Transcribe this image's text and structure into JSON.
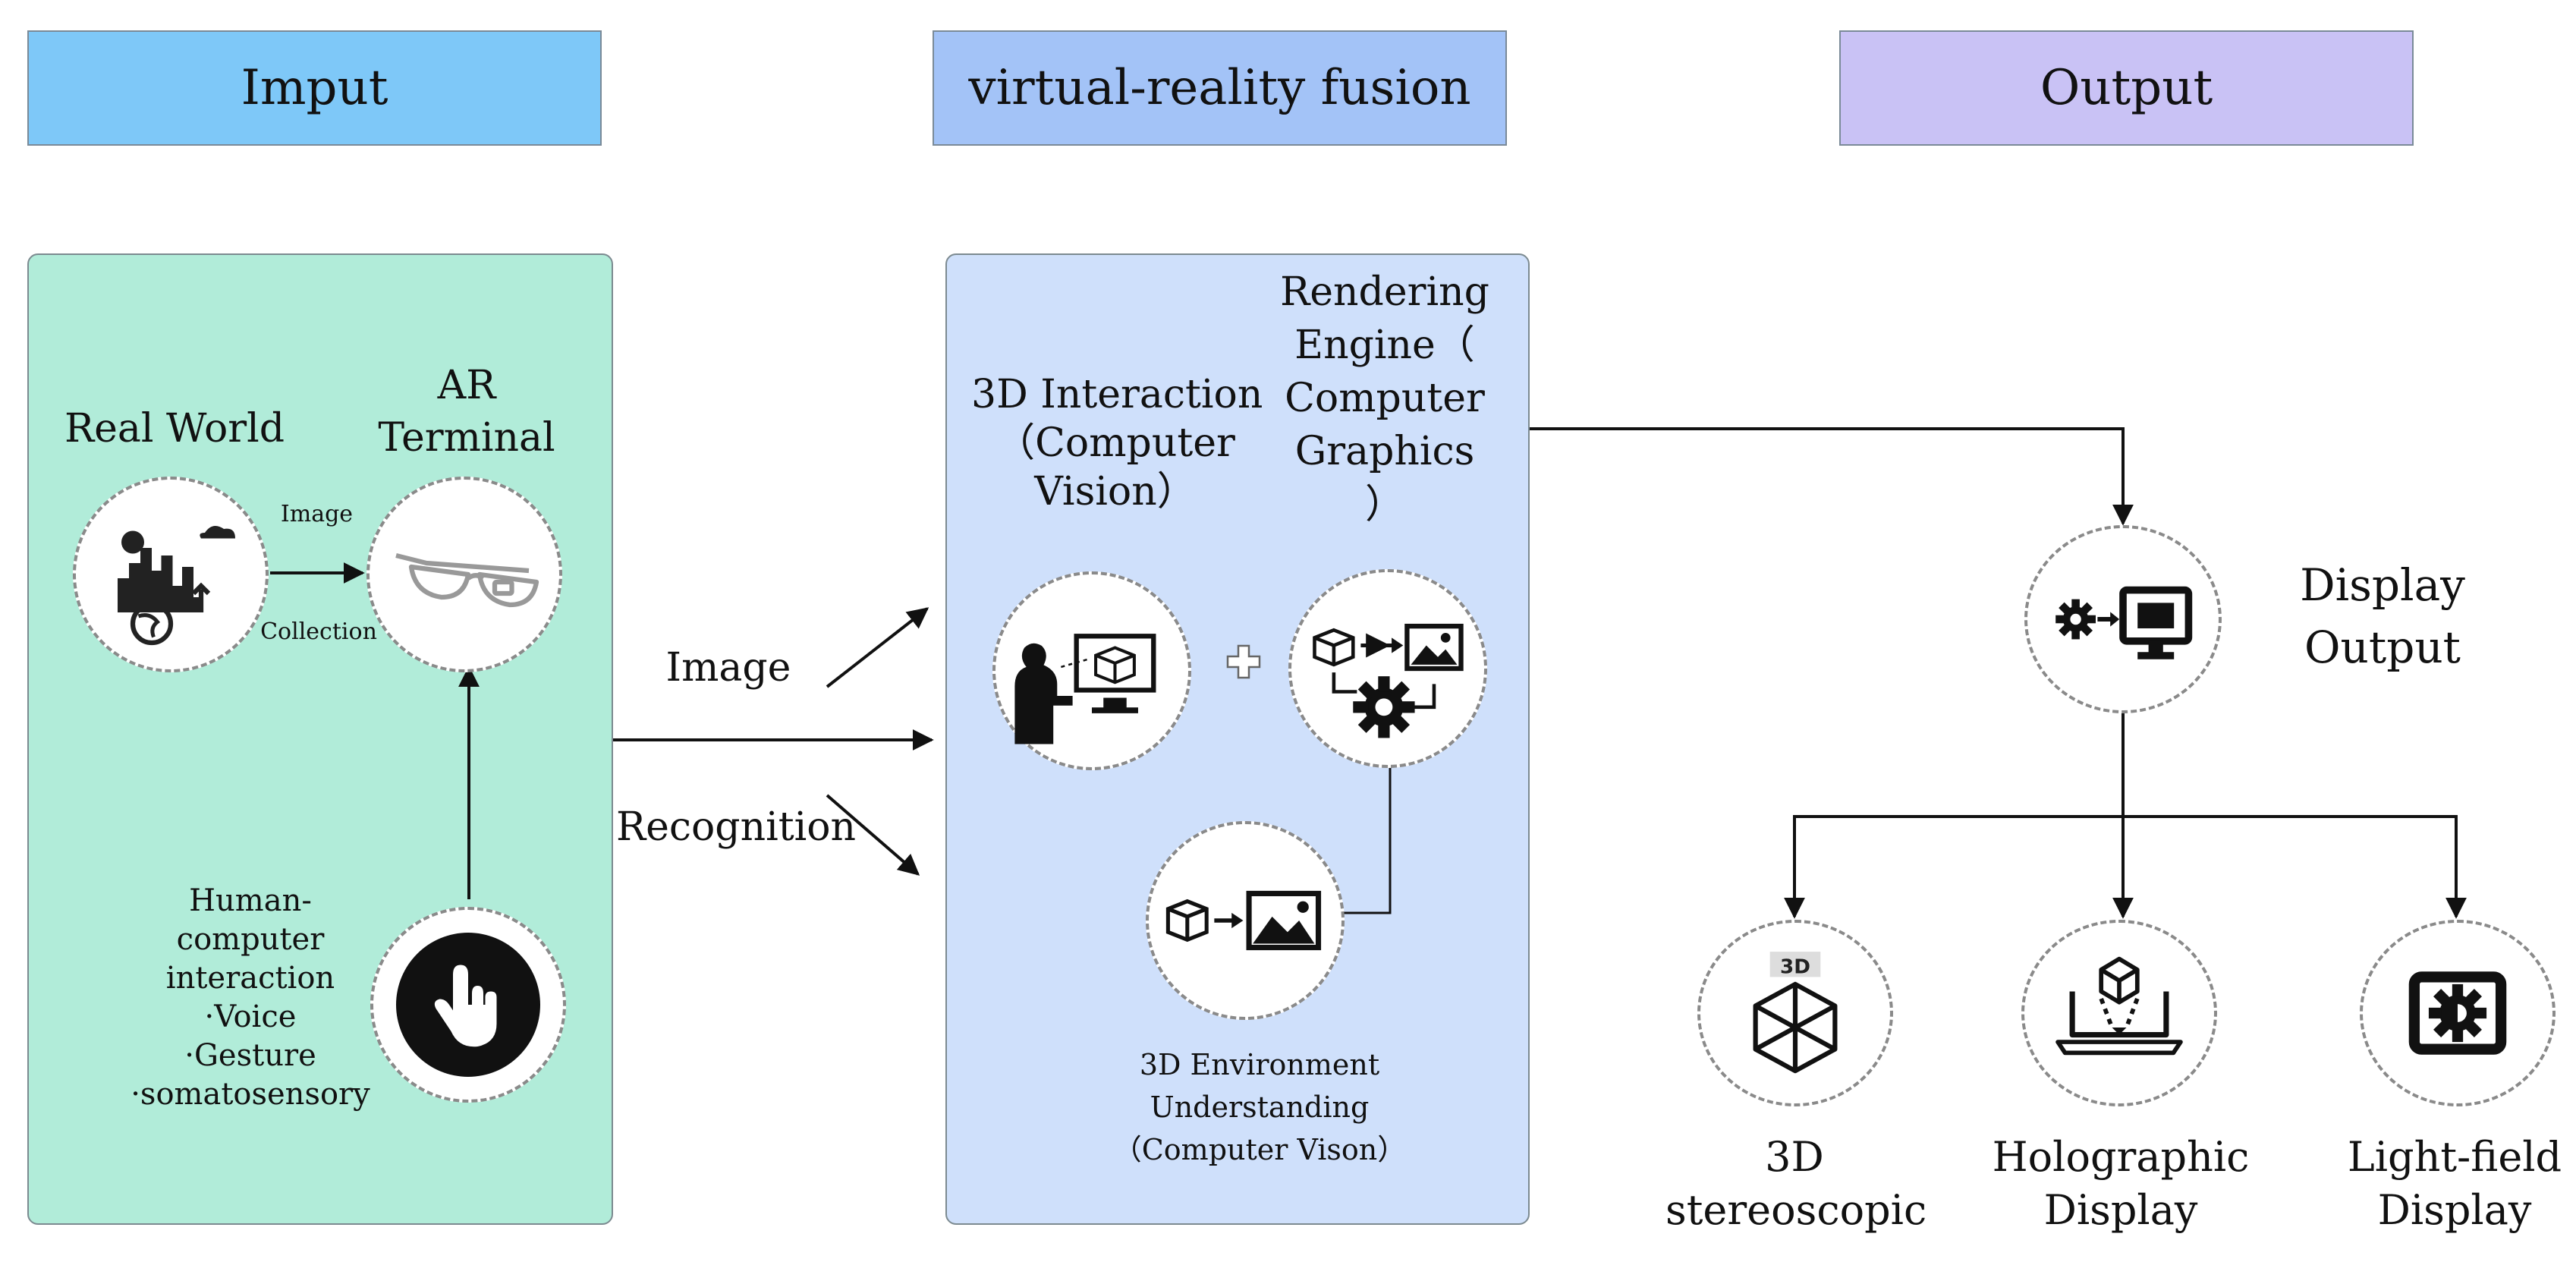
{
  "headers": {
    "input": "Imput",
    "fusion": "virtual-reality fusion",
    "output": "Output"
  },
  "input": {
    "real_world": "Real World",
    "ar_terminal_1": "AR",
    "ar_terminal_2": "Terminal",
    "image_label": "Image",
    "collection_label": "Collection",
    "hci": [
      "Human-",
      "computer",
      "interaction",
      "·Voice",
      "·Gesture",
      "·somatosensory"
    ]
  },
  "arrows": {
    "image": "Image",
    "recognition": "Recognition"
  },
  "fusion": {
    "interaction": [
      "3D Interaction",
      "（Computer",
      "Vision）"
    ],
    "rendering": [
      "Rendering",
      "Engine（",
      "Computer",
      "Graphics",
      "）"
    ],
    "environment": [
      "3D Environment",
      "Understanding",
      "（Computer Vison）"
    ]
  },
  "output": {
    "display_output": [
      "Display",
      "Output"
    ],
    "stereoscopic": [
      "3D",
      "stereoscopic"
    ],
    "holographic": [
      "Holographic",
      "Display"
    ],
    "lightfield": [
      "Light-field",
      "Display"
    ],
    "stereo_icon_text": "3D"
  },
  "colors": {
    "input_header": "#7ec8f8",
    "fusion_header": "#a3c3f7",
    "output_header": "#c9c2f5",
    "input_panel": "#b1ecd9",
    "fusion_panel": "#cfe0fb"
  },
  "icons": [
    "real-world-icon",
    "ar-glasses-icon",
    "hand-touch-icon",
    "person-monitor-icon",
    "plus-icon",
    "render-gear-icon",
    "cube-image-icon",
    "display-gear-icon",
    "3d-cube-icon",
    "hologram-laptop-icon",
    "light-field-icon"
  ]
}
